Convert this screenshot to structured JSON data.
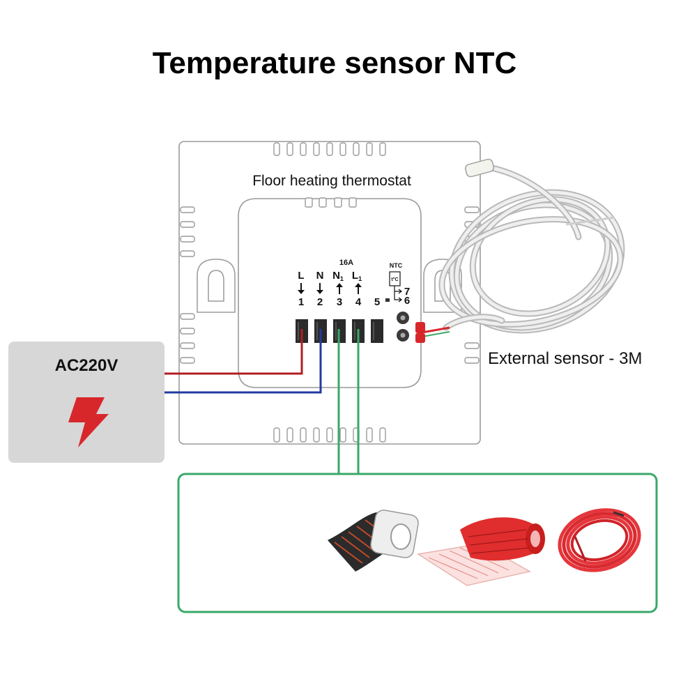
{
  "title": "Temperature sensor NTC",
  "thermostat": {
    "label": "Floor heating thermostat",
    "current_rating": "16A",
    "terminals": [
      {
        "label": "L",
        "sub": "",
        "arrow": "down",
        "number": "1"
      },
      {
        "label": "N",
        "sub": "",
        "arrow": "down",
        "number": "2"
      },
      {
        "label": "N",
        "sub": "1",
        "arrow": "up",
        "number": "3"
      },
      {
        "label": "L",
        "sub": "1",
        "arrow": "up",
        "number": "4"
      },
      {
        "label": "",
        "sub": "",
        "arrow": "",
        "number": "5"
      }
    ],
    "ntc": {
      "label": "NTC",
      "symbol": "t°C",
      "pin_upper": "7",
      "pin_lower": "6"
    }
  },
  "power_source": {
    "label": "AC220V",
    "icon": "lightning-icon"
  },
  "sensor": {
    "label": "External sensor - 3M",
    "icon": "sensor-cable-coil"
  },
  "heating_elements": [
    {
      "icon": "heating-film-roll"
    },
    {
      "icon": "heating-mat-roll"
    },
    {
      "icon": "heating-cable-coil"
    }
  ],
  "wire_colors": {
    "live": "#b01e23",
    "neutral": "#233a9e",
    "load": "#3aa868",
    "box_border": "#3aa868",
    "power_box_bg": "#d7d7d7",
    "lightning": "#d8272b"
  }
}
